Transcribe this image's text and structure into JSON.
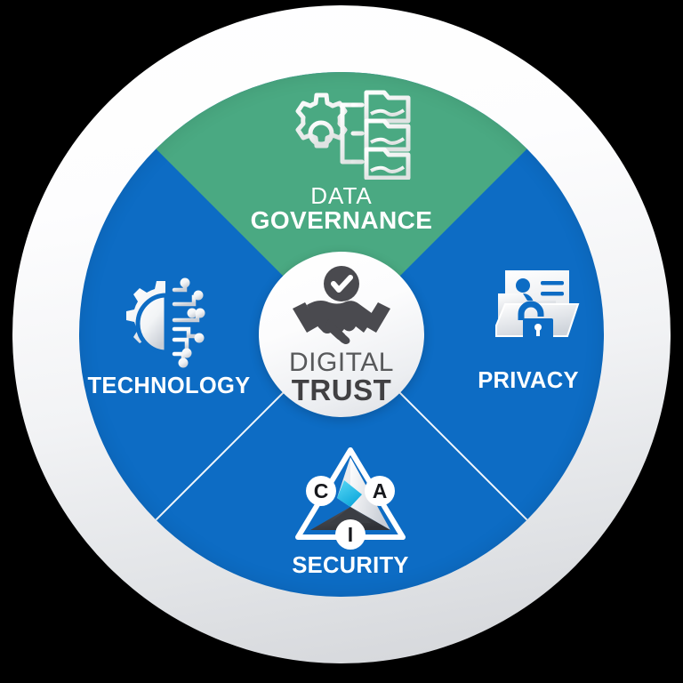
{
  "graphic": {
    "title": "Digital Trust framework wheel",
    "background_color": "#000000",
    "outer_ring_color": "#f2f3f5",
    "colors": {
      "blue": "#0d6cc4",
      "green": "#4aa982",
      "white": "#ffffff",
      "dark_gray": "#4a4a4f",
      "mid_gray": "#58595b",
      "cyan": "#2ec8f0"
    }
  },
  "center": {
    "icon": "handshake-check-icon",
    "line1": "DIGITAL",
    "line2": "TRUST"
  },
  "segments": [
    {
      "key": "data-governance",
      "icon": "gear-folders-icon",
      "label_small": "DATA",
      "label_big": "GOVERNANCE",
      "color": "#4aa982"
    },
    {
      "key": "technology",
      "icon": "gear-circuit-icon",
      "label": "TECHNOLOGY",
      "color": "#0d6cc4"
    },
    {
      "key": "privacy",
      "icon": "folder-id-lock-icon",
      "label": "PRIVACY",
      "color": "#0d6cc4"
    },
    {
      "key": "security",
      "icon": "cia-triad-icon",
      "label": "SECURITY",
      "color": "#0d6cc4",
      "badges": [
        "C",
        "A",
        "I"
      ]
    }
  ]
}
